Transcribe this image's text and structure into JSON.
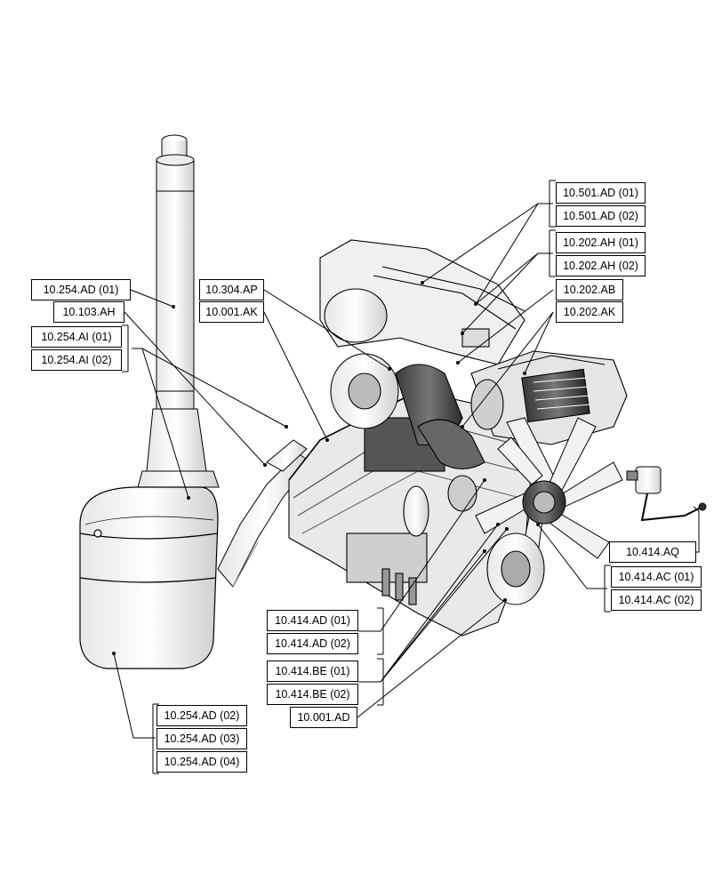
{
  "diagram": {
    "labels": {
      "l_501_01": "10.501.AD (01)",
      "l_501_02": "10.501.AD (02)",
      "l_202ah_01": "10.202.AH (01)",
      "l_202ah_02": "10.202.AH (02)",
      "l_202ab": "10.202.AB",
      "l_202ak": "10.202.AK",
      "l_254ad_01": "10.254.AD (01)",
      "l_304ap": "10.304.AP",
      "l_103ah": "10.103.AH",
      "l_001ak": "10.001.AK",
      "l_254ai_01": "10.254.AI (01)",
      "l_254ai_02": "10.254.AI (02)",
      "l_414aq": "10.414.AQ",
      "l_414ac_01": "10.414.AC (01)",
      "l_414ac_02": "10.414.AC (02)",
      "l_414ad_01": "10.414.AD (01)",
      "l_414ad_02": "10.414.AD (02)",
      "l_414be_01": "10.414.BE (01)",
      "l_414be_02": "10.414.BE (02)",
      "l_001ad": "10.001.AD",
      "l_254ad_02": "10.254.AD (02)",
      "l_254ad_03": "10.254.AD (03)",
      "l_254ad_04": "10.254.AD (04)"
    }
  }
}
